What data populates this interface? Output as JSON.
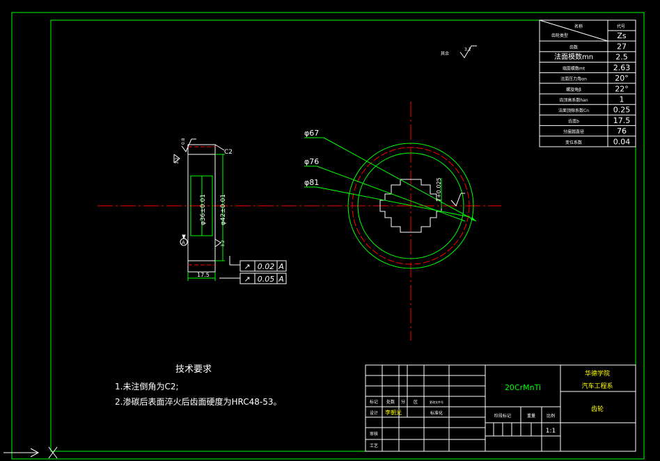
{
  "colors": {
    "background": "#000000",
    "frame": "#00ff00",
    "centerline": "#ff0000",
    "dimension": "#00ff00",
    "text": "#ffffff",
    "title": "#ffff00"
  },
  "params_table": {
    "header": {
      "col1_a": "名称",
      "col1_b": "齿轮类型",
      "col2": "代号",
      "col2_val": "Zs"
    },
    "rows": [
      {
        "label": "齿数",
        "value": "27"
      },
      {
        "label": "法面模数mn",
        "value": "2.5"
      },
      {
        "label": "端面模数mt",
        "value": "2.63"
      },
      {
        "label": "法面压力角αn",
        "value": "20°"
      },
      {
        "label": "螺旋角β",
        "value": "22°"
      },
      {
        "label": "齿顶高系数han",
        "value": "1"
      },
      {
        "label": "法面顶隙系数Cn",
        "value": "0.25"
      },
      {
        "label": "齿宽b",
        "value": "17.5"
      },
      {
        "label": "分度圆直径",
        "value": "76"
      },
      {
        "label": "变位系数",
        "value": "0.04"
      }
    ]
  },
  "drawing": {
    "remaining_roughness": {
      "label": "其余",
      "value": "3.2"
    },
    "diameters": [
      "φ67",
      "φ76",
      "φ81"
    ],
    "keyway": "7+0.025",
    "section": {
      "chamfer": "C2",
      "bore_dim": "φ36±0.01",
      "outer_dim": "φ42±0.01",
      "width_dim": "17.5",
      "roughness_top": "0.8",
      "roughness_side": "3.2",
      "roughness_face": "3.2",
      "datum": "A"
    },
    "tolerances": [
      {
        "symbol": "↗",
        "value": "0.02",
        "datum": "A"
      },
      {
        "symbol": "↗",
        "value": "0.05",
        "datum": "A"
      }
    ]
  },
  "tech_requirements": {
    "title": "技术要求",
    "items": [
      "1.未注倒角为C2;",
      "2.渗碳后表面淬火后齿面硬度为HRC48-53。"
    ]
  },
  "title_block": {
    "material": "20CrMnTi",
    "school": "华德学院",
    "department": "汽车工程系",
    "part_name": "齿轮",
    "scale_label": "比例",
    "scale": "1:1",
    "stage_label": "阶段标记",
    "weight_label": "重量",
    "labels": [
      "标记",
      "处数",
      "分",
      "区",
      "更改文件号",
      "设计",
      "审核",
      "工艺",
      "标准化"
    ],
    "designer": "李朝光"
  }
}
